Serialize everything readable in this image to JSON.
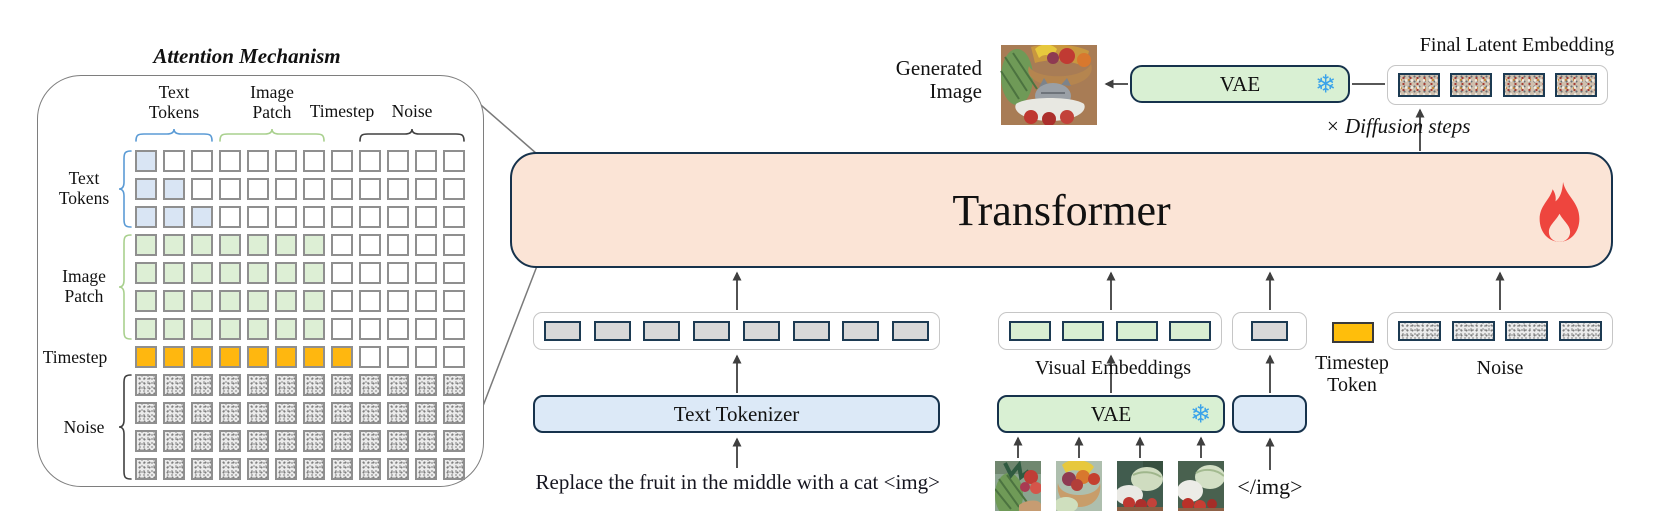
{
  "attention_panel": {
    "title": "Attention Mechanism",
    "col_groups": [
      {
        "line1": "Text",
        "line2": "Tokens"
      },
      {
        "line1": "Image",
        "line2": "Patch"
      },
      {
        "line1": "Timestep"
      },
      {
        "line1": "Noise"
      }
    ],
    "row_groups": [
      {
        "line1": "Text",
        "line2": "Tokens"
      },
      {
        "line1": "Image",
        "line2": "Patch"
      },
      {
        "line1": "Timestep"
      },
      {
        "line1": "Noise"
      }
    ],
    "grid_cols": 12,
    "grid_rows": [
      {
        "fill": "blue",
        "filled": 1
      },
      {
        "fill": "blue",
        "filled": 2
      },
      {
        "fill": "blue",
        "filled": 3
      },
      {
        "fill": "green",
        "filled": 7
      },
      {
        "fill": "green",
        "filled": 7
      },
      {
        "fill": "green",
        "filled": 7
      },
      {
        "fill": "green",
        "filled": 7
      },
      {
        "fill": "orange",
        "filled": 8
      },
      {
        "fill": "noise",
        "filled": 12
      },
      {
        "fill": "noise",
        "filled": 12
      },
      {
        "fill": "noise",
        "filled": 12
      },
      {
        "fill": "noise",
        "filled": 12
      }
    ]
  },
  "transformer": {
    "label": "Transformer",
    "icon": "fire-icon"
  },
  "top_row": {
    "generated_image_label_line1": "Generated",
    "generated_image_label_line2": "Image",
    "vae_label": "VAE",
    "vae_icon": "snowflake-icon",
    "snowflake_glyph": "❄",
    "final_latent_label": "Final Latent Embedding",
    "latent_tokens": 4,
    "loop_label": "× Diffusion steps"
  },
  "embedding_row": {
    "text_tokens": 8,
    "visual_tokens": 4,
    "img_end_tokens": 1,
    "noise_tokens": 4,
    "visual_label": "Visual Embeddings",
    "timestep_label_line1": "Timestep",
    "timestep_label_line2": "Token",
    "noise_label": "Noise"
  },
  "bottom_row": {
    "text_tokenizer_label": "Text Tokenizer",
    "vae_label": "VAE",
    "vae_icon": "snowflake-icon",
    "snowflake_glyph": "❄",
    "prompt": "Replace the fruit in the middle with a cat <img>",
    "img_close_tag": "</img>"
  },
  "colors": {
    "transformer_fill": "#FBE4D6",
    "box_border": "#16324C",
    "flame_red": "#EE453E",
    "snowflake_blue": "#3BA3EA",
    "token_gray": "#D8D8D8",
    "token_green": "#D9EFD2",
    "timestep_orange": "#FFBE0B",
    "cell_blue": "#D9E5F4",
    "cell_green": "#DDEFD5",
    "cell_orange": "#FFB70F",
    "brace_blue": "#5B9BD5",
    "brace_green": "#A9D08E",
    "brace_black": "#404040",
    "tokenizer_blue": "#DCE9F7",
    "vae_green": "#D9F0D3"
  }
}
